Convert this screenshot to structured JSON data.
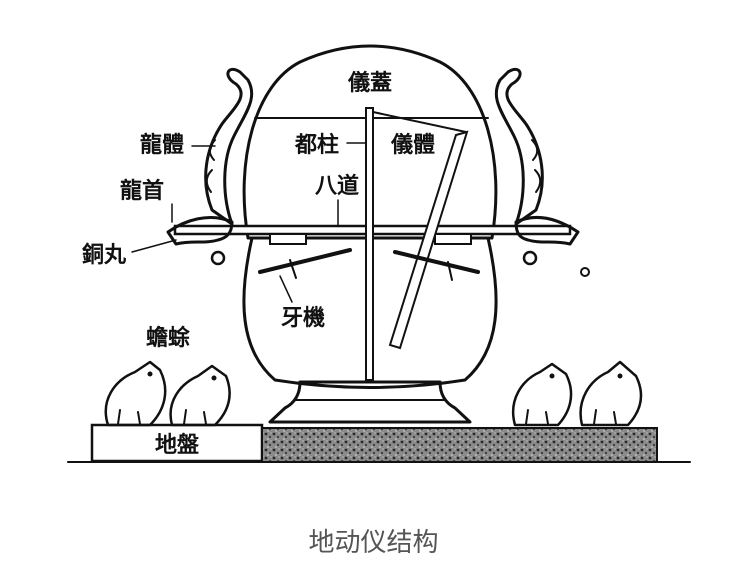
{
  "labels": {
    "lid": "儀蓋",
    "dragon_body": "龍體",
    "central_pillar": "都柱",
    "instrument_body": "儀體",
    "eight_paths": "八道",
    "dragon_head": "龍首",
    "bronze_ball": "銅丸",
    "tooth_mechanism": "牙機",
    "toad": "蟾蜍",
    "base_plate": "地盤"
  },
  "caption": "地动仪结构",
  "colors": {
    "ink": "#111111",
    "caption": "#555555",
    "stone": "#6b6b6b"
  }
}
